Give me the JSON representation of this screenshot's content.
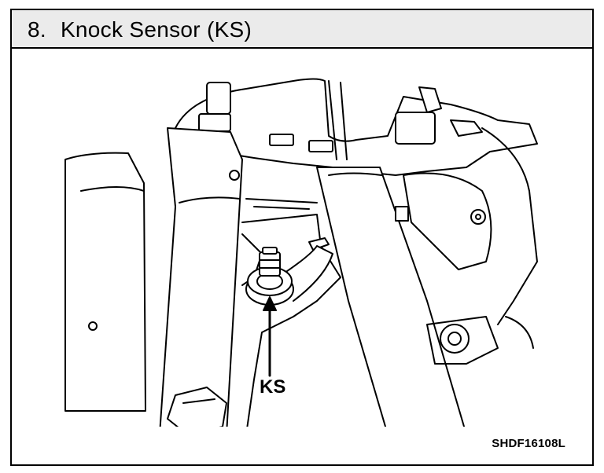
{
  "section": {
    "number": "8.",
    "title": "Knock Sensor (KS)"
  },
  "figure": {
    "callout_label": "KS",
    "figure_code": "SHDF16108L"
  }
}
